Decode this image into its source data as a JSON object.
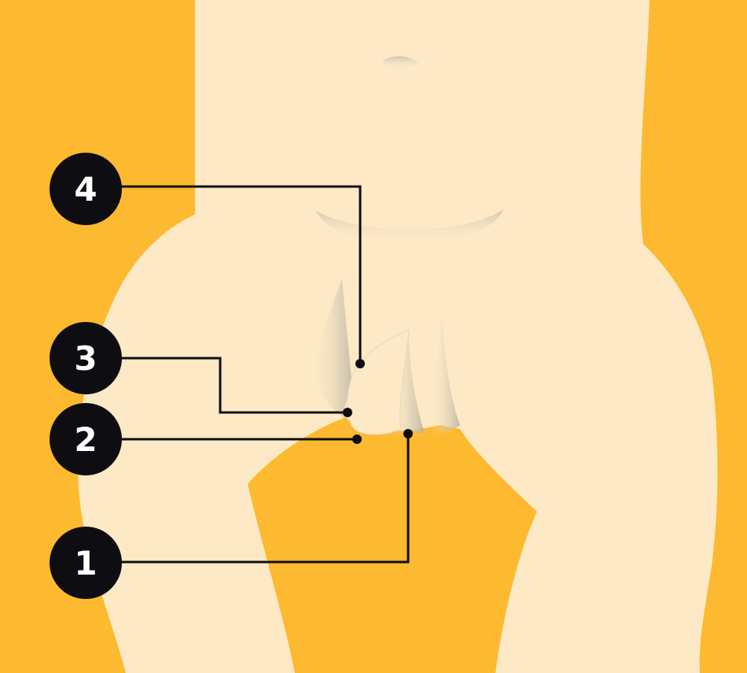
{
  "colors": {
    "background": "#fdb92f",
    "skin": "#fde9c5",
    "shade": "#c9c2b3",
    "marker": "#0e0e12",
    "marker_text": "#ffffff",
    "leader_line": "#0e0e12"
  },
  "markers": [
    {
      "id": "marker-4",
      "label": "4"
    },
    {
      "id": "marker-3",
      "label": "3"
    },
    {
      "id": "marker-2",
      "label": "2"
    },
    {
      "id": "marker-1",
      "label": "1"
    }
  ]
}
